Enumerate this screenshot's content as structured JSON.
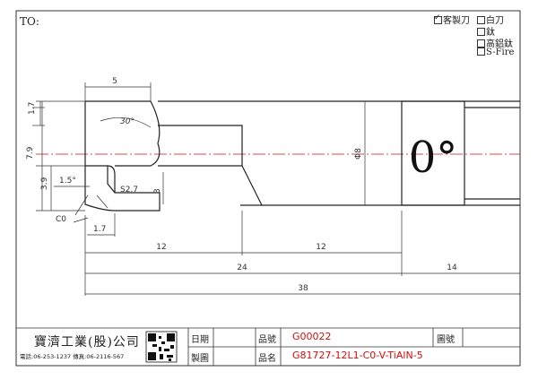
{
  "header": {
    "to_label": "TO:"
  },
  "coatings": [
    {
      "label": "客製刀",
      "checked": true
    },
    {
      "label": "白刀",
      "checked": false
    },
    {
      "label": "鈦",
      "checked": false
    },
    {
      "label": "高鋁鈦",
      "checked": false
    },
    {
      "label": "S-Fire",
      "checked": false
    }
  ],
  "drawing": {
    "angle_mark": "0°",
    "dims": {
      "top_5": "5",
      "side_17a": "1.7",
      "angle_30": "30°",
      "height_79": "7.9",
      "height_39": "3.9",
      "angle_15": "1.5°",
      "radius": "S2.7",
      "height_3": "3",
      "chamfer": "C0",
      "bottom_17": "1.7",
      "dia_8": "Φ8",
      "len_12a": "12",
      "len_12b": "12",
      "len_24": "24",
      "len_14": "14",
      "len_38": "38"
    }
  },
  "title_block": {
    "company": "寶濟工業(股)公司",
    "contact": "電話:06-253-1237 傳真:06-2116-567",
    "date_label": "日期",
    "drawn_label": "製圖",
    "part_no_label": "品號",
    "part_no": "G00022",
    "part_name_label": "品名",
    "part_name": "G81727-12L1-C0-V-TiAlN-5",
    "drawing_no_label": "圖號",
    "colors": {
      "accent": "#cc1010",
      "line": "#333333",
      "centerline": "#cc1010"
    }
  }
}
